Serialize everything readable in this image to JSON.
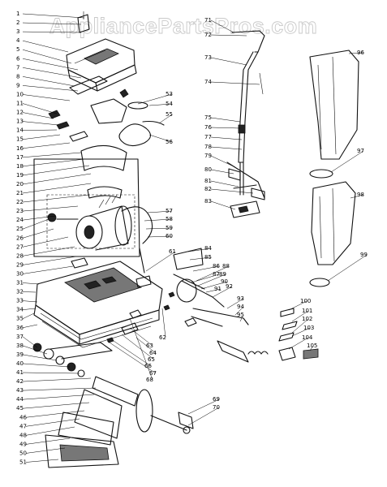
{
  "watermark": "AppliancePartsPros.com",
  "callouts": {
    "left": [
      "1",
      "2",
      "3",
      "4",
      "5",
      "6",
      "7",
      "8",
      "9",
      "10",
      "11",
      "12",
      "13",
      "14",
      "15",
      "16",
      "17",
      "18",
      "19",
      "20",
      "21",
      "22",
      "23",
      "24",
      "25",
      "26",
      "27",
      "28",
      "29",
      "30",
      "31",
      "32",
      "33",
      "34",
      "35",
      "36",
      "37",
      "38",
      "39",
      "40",
      "41",
      "42",
      "43",
      "44",
      "45",
      "46",
      "47",
      "48",
      "49",
      "50",
      "51"
    ],
    "center": [
      "53",
      "54",
      "55",
      "56",
      "57",
      "58",
      "59",
      "60",
      "61",
      "62",
      "63",
      "64",
      "65",
      "66",
      "67",
      "68",
      "69",
      "70"
    ],
    "handle": [
      "71",
      "72",
      "73",
      "74",
      "75",
      "76",
      "77",
      "78",
      "79",
      "80",
      "81",
      "82",
      "83",
      "84",
      "85",
      "86",
      "87",
      "88",
      "89",
      "90",
      "91",
      "92",
      "93",
      "94",
      "95"
    ],
    "right": [
      "96",
      "97",
      "98",
      "99",
      "100",
      "101",
      "102",
      "103",
      "104",
      "105"
    ]
  }
}
